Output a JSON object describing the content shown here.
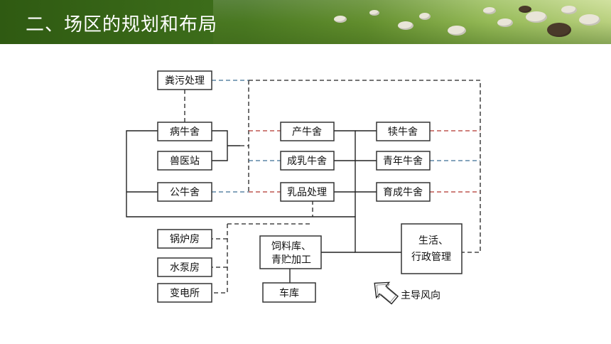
{
  "header": {
    "title": "二、场区的规划和布局"
  },
  "nodes": {
    "manure": "粪污处理",
    "sick_barn": "病牛舍",
    "vet_station": "兽医站",
    "bull_barn": "公牛舍",
    "calving_barn": "产牛舍",
    "lactating_barn": "成乳牛舍",
    "dairy_processing": "乳品处理",
    "calf_barn": "犊牛舍",
    "heifer_barn": "青年牛舍",
    "breeding_barn": "育成牛舍",
    "boiler_room": "锅炉房",
    "pump_room": "水泵房",
    "substation": "变电所",
    "feed_line1": "饲料库、",
    "feed_line2": "青贮加工",
    "garage": "车库",
    "admin_line1": "生活、",
    "admin_line2": "行政管理"
  },
  "wind": {
    "label": "主导风向"
  },
  "colors": {
    "header_green": "#3e6f1b",
    "dash_red": "#b0352f",
    "dash_blue": "#3c6d93"
  }
}
